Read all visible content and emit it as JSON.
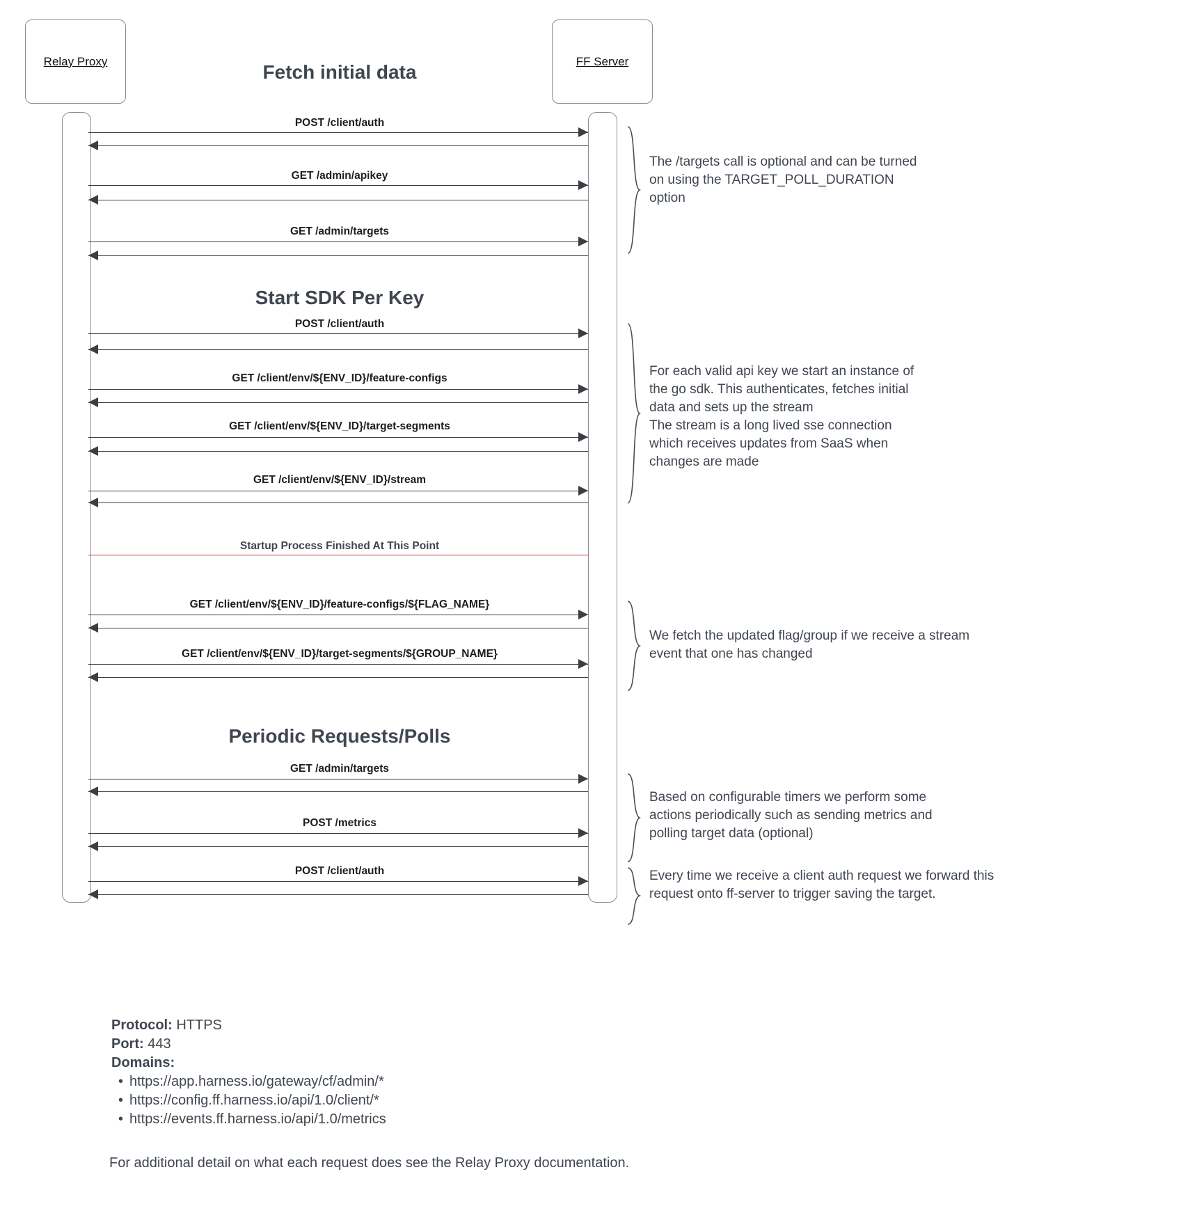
{
  "diagram": {
    "type": "sequence-diagram",
    "participants": [
      {
        "id": "relay-proxy",
        "label": "Relay Proxy"
      },
      {
        "id": "ff-server",
        "label": "FF Server"
      }
    ],
    "sections": [
      {
        "id": "fetch-initial-data",
        "title": "Fetch initial data"
      },
      {
        "id": "start-sdk-per-key",
        "title": "Start SDK Per Key"
      },
      {
        "id": "periodic-requests",
        "title": "Periodic Requests/Polls"
      }
    ],
    "messages": [
      {
        "id": "m1",
        "label": "POST /client/auth"
      },
      {
        "id": "m2",
        "label": "GET /admin/apikey"
      },
      {
        "id": "m3",
        "label": "GET /admin/targets"
      },
      {
        "id": "m4",
        "label": "POST /client/auth"
      },
      {
        "id": "m5",
        "label": "GET /client/env/${ENV_ID}/feature-configs"
      },
      {
        "id": "m6",
        "label": "GET /client/env/${ENV_ID}/target-segments"
      },
      {
        "id": "m7",
        "label": "GET /client/env/${ENV_ID}/stream"
      },
      {
        "id": "m8",
        "label": "GET /client/env/${ENV_ID}/feature-configs/${FLAG_NAME}"
      },
      {
        "id": "m9",
        "label": "GET /client/env/${ENV_ID}/target-segments/${GROUP_NAME}"
      },
      {
        "id": "m10",
        "label": "GET /admin/targets"
      },
      {
        "id": "m11",
        "label": "POST /metrics"
      },
      {
        "id": "m12",
        "label": "POST /client/auth"
      }
    ],
    "divider": {
      "label": "Startup Process Finished At This Point",
      "color": "#c0392b"
    },
    "notes": [
      {
        "id": "note-targets-optional",
        "text": "The /targets call is optional and can be turned\non using the TARGET_POLL_DURATION\noption"
      },
      {
        "id": "note-sdk-instance",
        "text": "For each valid api key we start an instance of\nthe go sdk. This authenticates, fetches initial\ndata and sets up the stream\nThe stream is a long lived sse connection\nwhich receives updates from SaaS when\nchanges are made"
      },
      {
        "id": "note-stream-update",
        "text": "We fetch the updated flag/group if we receive a stream\nevent that one has changed"
      },
      {
        "id": "note-periodic-timers",
        "text": "Based on configurable timers we perform some\nactions periodically such as sending metrics and\npolling target data (optional)"
      },
      {
        "id": "note-client-auth-forward",
        "text": "Every time we receive a client auth request we forward this\nrequest onto ff-server to trigger saving the target."
      }
    ],
    "legend": {
      "protocol_key": "Protocol:",
      "protocol_value": "HTTPS",
      "port_key": "Port:",
      "port_value": "443",
      "domains_key": "Domains:",
      "domains": [
        "https://app.harness.io/gateway/cf/admin/*",
        "https://config.ff.harness.io/api/1.0/client/*",
        "https://events.ff.harness.io/api/1.0/metrics"
      ]
    },
    "footer": "For additional detail on what each request does see the Relay Proxy documentation."
  }
}
